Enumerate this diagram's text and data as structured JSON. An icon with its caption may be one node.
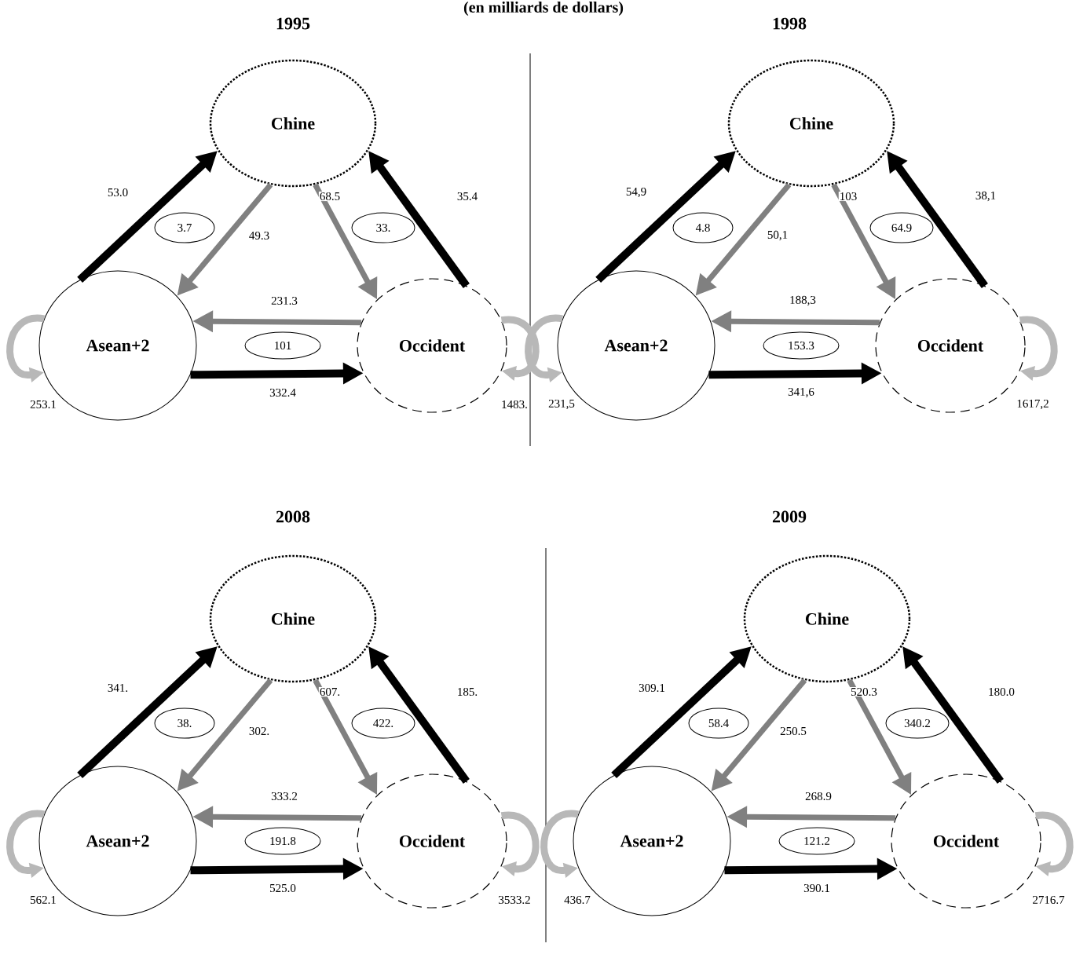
{
  "diagram": {
    "title": "(en milliards de dollars)",
    "nodes": [
      {
        "text": [
          "Chine"
        ]
      },
      {
        "text": [
          "3.7"
        ]
      },
      {
        "text": [
          "33."
        ]
      },
      {
        "text": [
          "Asean+2"
        ]
      },
      {
        "text": [
          "101"
        ]
      },
      {
        "text": [
          "Occident"
        ]
      },
      {
        "text": [
          "Chine"
        ]
      },
      {
        "text": [
          "4.8"
        ]
      },
      {
        "text": [
          "64.9"
        ]
      },
      {
        "text": [
          "Asean+2"
        ]
      },
      {
        "text": [
          "153.3"
        ]
      },
      {
        "text": [
          "Occident"
        ]
      },
      {
        "text": [
          "Chine"
        ]
      },
      {
        "text": [
          "38."
        ]
      },
      {
        "text": [
          "422."
        ]
      },
      {
        "text": [
          "Asean+2"
        ]
      },
      {
        "text": [
          "191.8"
        ]
      },
      {
        "text": [
          "Occident"
        ]
      },
      {
        "text": [
          "Chine"
        ]
      },
      {
        "text": [
          "58.4"
        ]
      },
      {
        "text": [
          "340.2"
        ]
      },
      {
        "text": [
          "Asean+2"
        ]
      },
      {
        "text": [
          "121.2"
        ]
      },
      {
        "text": [
          "Occident"
        ]
      }
    ],
    "edges": [
      {
        "from": 3,
        "to": 0,
        "arrow": "to",
        "label": "53.0",
        "color": "#000000"
      },
      {
        "from": 0,
        "to": 3,
        "arrow": "to",
        "label": "49.3",
        "color": "#808080"
      },
      {
        "from": 0,
        "to": 5,
        "arrow": "to",
        "label": "68.5",
        "color": "#808080"
      },
      {
        "from": 5,
        "to": 0,
        "arrow": "to",
        "label": "35.4",
        "color": "#000000"
      },
      {
        "from": 5,
        "to": 3,
        "arrow": "to",
        "label": "231.3",
        "color": "#808080"
      },
      {
        "from": 3,
        "to": 5,
        "arrow": "to",
        "label": "332.4",
        "color": "#000000"
      },
      {
        "from": 3,
        "to": 3,
        "arrow": "to",
        "label": "253.1",
        "color": "#b8b8b8"
      },
      {
        "from": 5,
        "to": 5,
        "arrow": "to",
        "label": "1483.",
        "color": "#b8b8b8"
      },
      {
        "from": 9,
        "to": 6,
        "arrow": "to",
        "label": "54,9",
        "color": "#000000"
      },
      {
        "from": 6,
        "to": 9,
        "arrow": "to",
        "label": "50,1",
        "color": "#808080"
      },
      {
        "from": 6,
        "to": 11,
        "arrow": "to",
        "label": "103",
        "color": "#808080"
      },
      {
        "from": 11,
        "to": 6,
        "arrow": "to",
        "label": "38,1",
        "color": "#000000"
      },
      {
        "from": 11,
        "to": 9,
        "arrow": "to",
        "label": "188,3",
        "color": "#808080"
      },
      {
        "from": 9,
        "to": 11,
        "arrow": "to",
        "label": "341,6",
        "color": "#000000"
      },
      {
        "from": 9,
        "to": 9,
        "arrow": "to",
        "label": "231,5",
        "color": "#b8b8b8"
      },
      {
        "from": 11,
        "to": 11,
        "arrow": "to",
        "label": "1617,2",
        "color": "#b8b8b8"
      },
      {
        "from": 15,
        "to": 12,
        "arrow": "to",
        "label": "341.",
        "color": "#000000"
      },
      {
        "from": 12,
        "to": 15,
        "arrow": "to",
        "label": "302.",
        "color": "#808080"
      },
      {
        "from": 12,
        "to": 17,
        "arrow": "to",
        "label": "607.",
        "color": "#808080"
      },
      {
        "from": 17,
        "to": 12,
        "arrow": "to",
        "label": "185.",
        "color": "#000000"
      },
      {
        "from": 17,
        "to": 15,
        "arrow": "to",
        "label": "333.2",
        "color": "#808080"
      },
      {
        "from": 15,
        "to": 17,
        "arrow": "to",
        "label": "525.0",
        "color": "#000000"
      },
      {
        "from": 15,
        "to": 15,
        "arrow": "to",
        "label": "562.1",
        "color": "#b8b8b8"
      },
      {
        "from": 17,
        "to": 17,
        "arrow": "to",
        "label": "3533.2",
        "color": "#b8b8b8"
      },
      {
        "from": 21,
        "to": 18,
        "arrow": "to",
        "label": "309.1",
        "color": "#000000"
      },
      {
        "from": 18,
        "to": 21,
        "arrow": "to",
        "label": "250.5",
        "color": "#808080"
      },
      {
        "from": 18,
        "to": 23,
        "arrow": "to",
        "label": "520.3",
        "color": "#808080"
      },
      {
        "from": 23,
        "to": 18,
        "arrow": "to",
        "label": "180.0",
        "color": "#000000"
      },
      {
        "from": 23,
        "to": 21,
        "arrow": "to",
        "label": "268.9",
        "color": "#808080"
      },
      {
        "from": 21,
        "to": 23,
        "arrow": "to",
        "label": "390.1",
        "color": "#000000"
      },
      {
        "from": 21,
        "to": 21,
        "arrow": "to",
        "label": "436.7",
        "color": "#b8b8b8"
      },
      {
        "from": 23,
        "to": 23,
        "arrow": "to",
        "label": "2716.7",
        "color": "#b8b8b8"
      }
    ],
    "labels": [
      "1995",
      "1998",
      "2008",
      "2009"
    ]
  }
}
